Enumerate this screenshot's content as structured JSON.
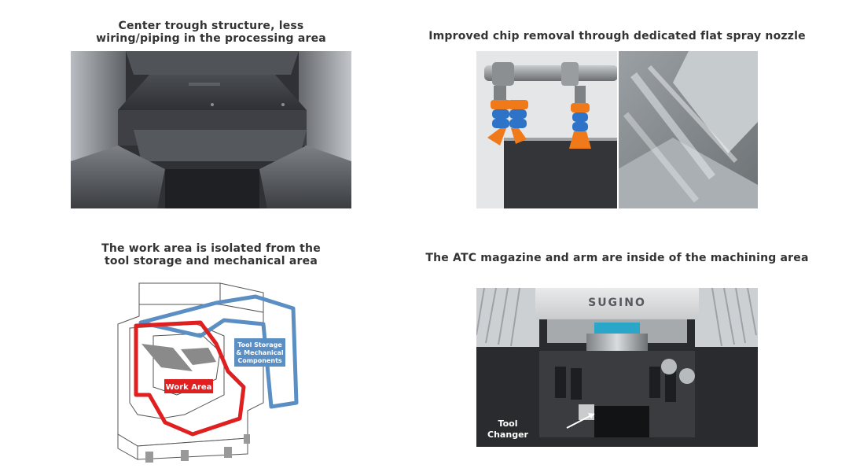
{
  "sections": {
    "trough": {
      "caption_line1": "Center trough structure, less",
      "caption_line2": "wiring/piping in the processing area"
    },
    "chip": {
      "caption": "Improved chip removal through dedicated flat spray nozzle"
    },
    "isolation": {
      "caption_line1": "The work area is isolated from the",
      "caption_line2": "tool storage and mechanical area",
      "label_work_area": "Work Area",
      "label_storage_line1": "Tool Storage",
      "label_storage_line2": "& Mechanical",
      "label_storage_line3": "Components"
    },
    "atc": {
      "caption": "The ATC magazine and arm are inside of the machining area",
      "brand": "SUGINO",
      "label_line1": "Tool",
      "label_line2": "Changer"
    }
  },
  "colors": {
    "work_area": "#e02020",
    "storage": "#5b8fc4",
    "caption": "#333333"
  }
}
